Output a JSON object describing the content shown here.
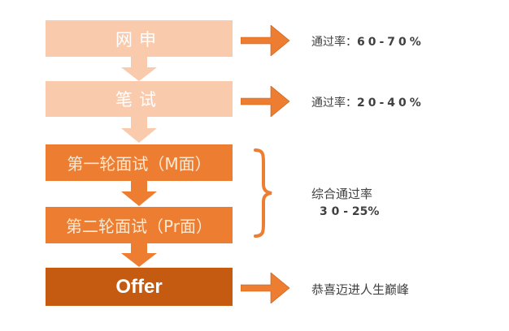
{
  "colors": {
    "stage_light": "#f9cbac",
    "stage_mid": "#ed7d31",
    "stage_dark": "#c55a11",
    "arrow": "#ed7d31",
    "text_note": "#404040"
  },
  "stages": [
    {
      "label": "网申"
    },
    {
      "label": "笔试"
    },
    {
      "label": "第一轮面试（M面）"
    },
    {
      "label": "第二轮面试（Pr面）"
    },
    {
      "label": "Offer"
    }
  ],
  "notes": {
    "online_application": {
      "prefix": "通过率：",
      "value": "60-70%"
    },
    "written_test": {
      "prefix": "通过率：",
      "value": "20-40%"
    },
    "interviews": {
      "title": "综合通过率",
      "value": "3 0 - 25%"
    },
    "offer": {
      "text": "恭喜迈进人生巅峰"
    }
  },
  "icons": {
    "down_arrow": "down-arrow-icon",
    "right_arrow": "right-arrow-icon",
    "brace": "right-brace-icon"
  }
}
